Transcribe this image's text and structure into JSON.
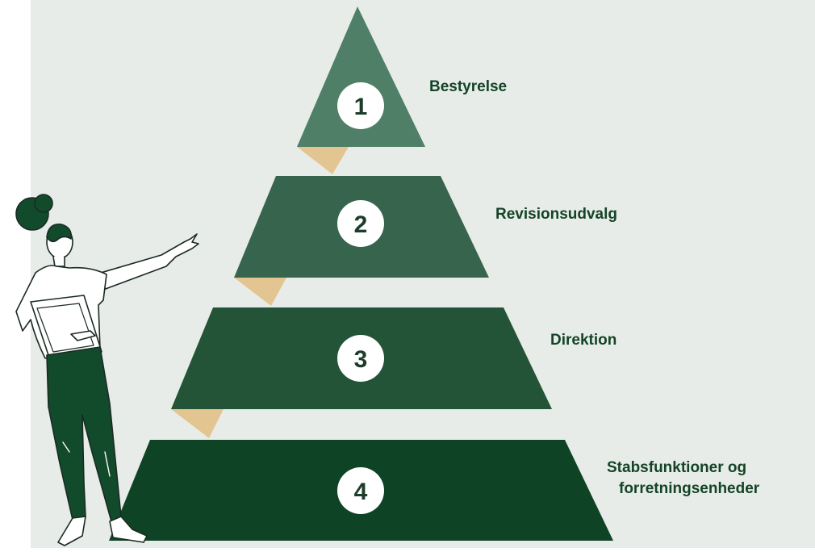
{
  "colors": {
    "page_bg": "#ffffff",
    "panel_bg": "#e8ece8",
    "tier1": "#4f7f66",
    "tier2": "#37644c",
    "tier3": "#245438",
    "tier4": "#0f4326",
    "connector": "#e3c591",
    "badge_bg": "#ffffff",
    "badge_text": "#1d3d2a",
    "label_text": "#134427",
    "figure_pants": "#124a2c",
    "figure_hair": "#124a2c"
  },
  "pyramid": {
    "levels": [
      {
        "number": "1",
        "label_lines": [
          "Bestyrelse"
        ]
      },
      {
        "number": "2",
        "label_lines": [
          "Revisionsudvalg"
        ]
      },
      {
        "number": "3",
        "label_lines": [
          "Direktion"
        ]
      },
      {
        "number": "4",
        "label_lines": [
          "Stabsfunktioner og",
          "forretningsenheder"
        ]
      }
    ]
  },
  "figure": {
    "icon": "person-presenting-icon"
  }
}
